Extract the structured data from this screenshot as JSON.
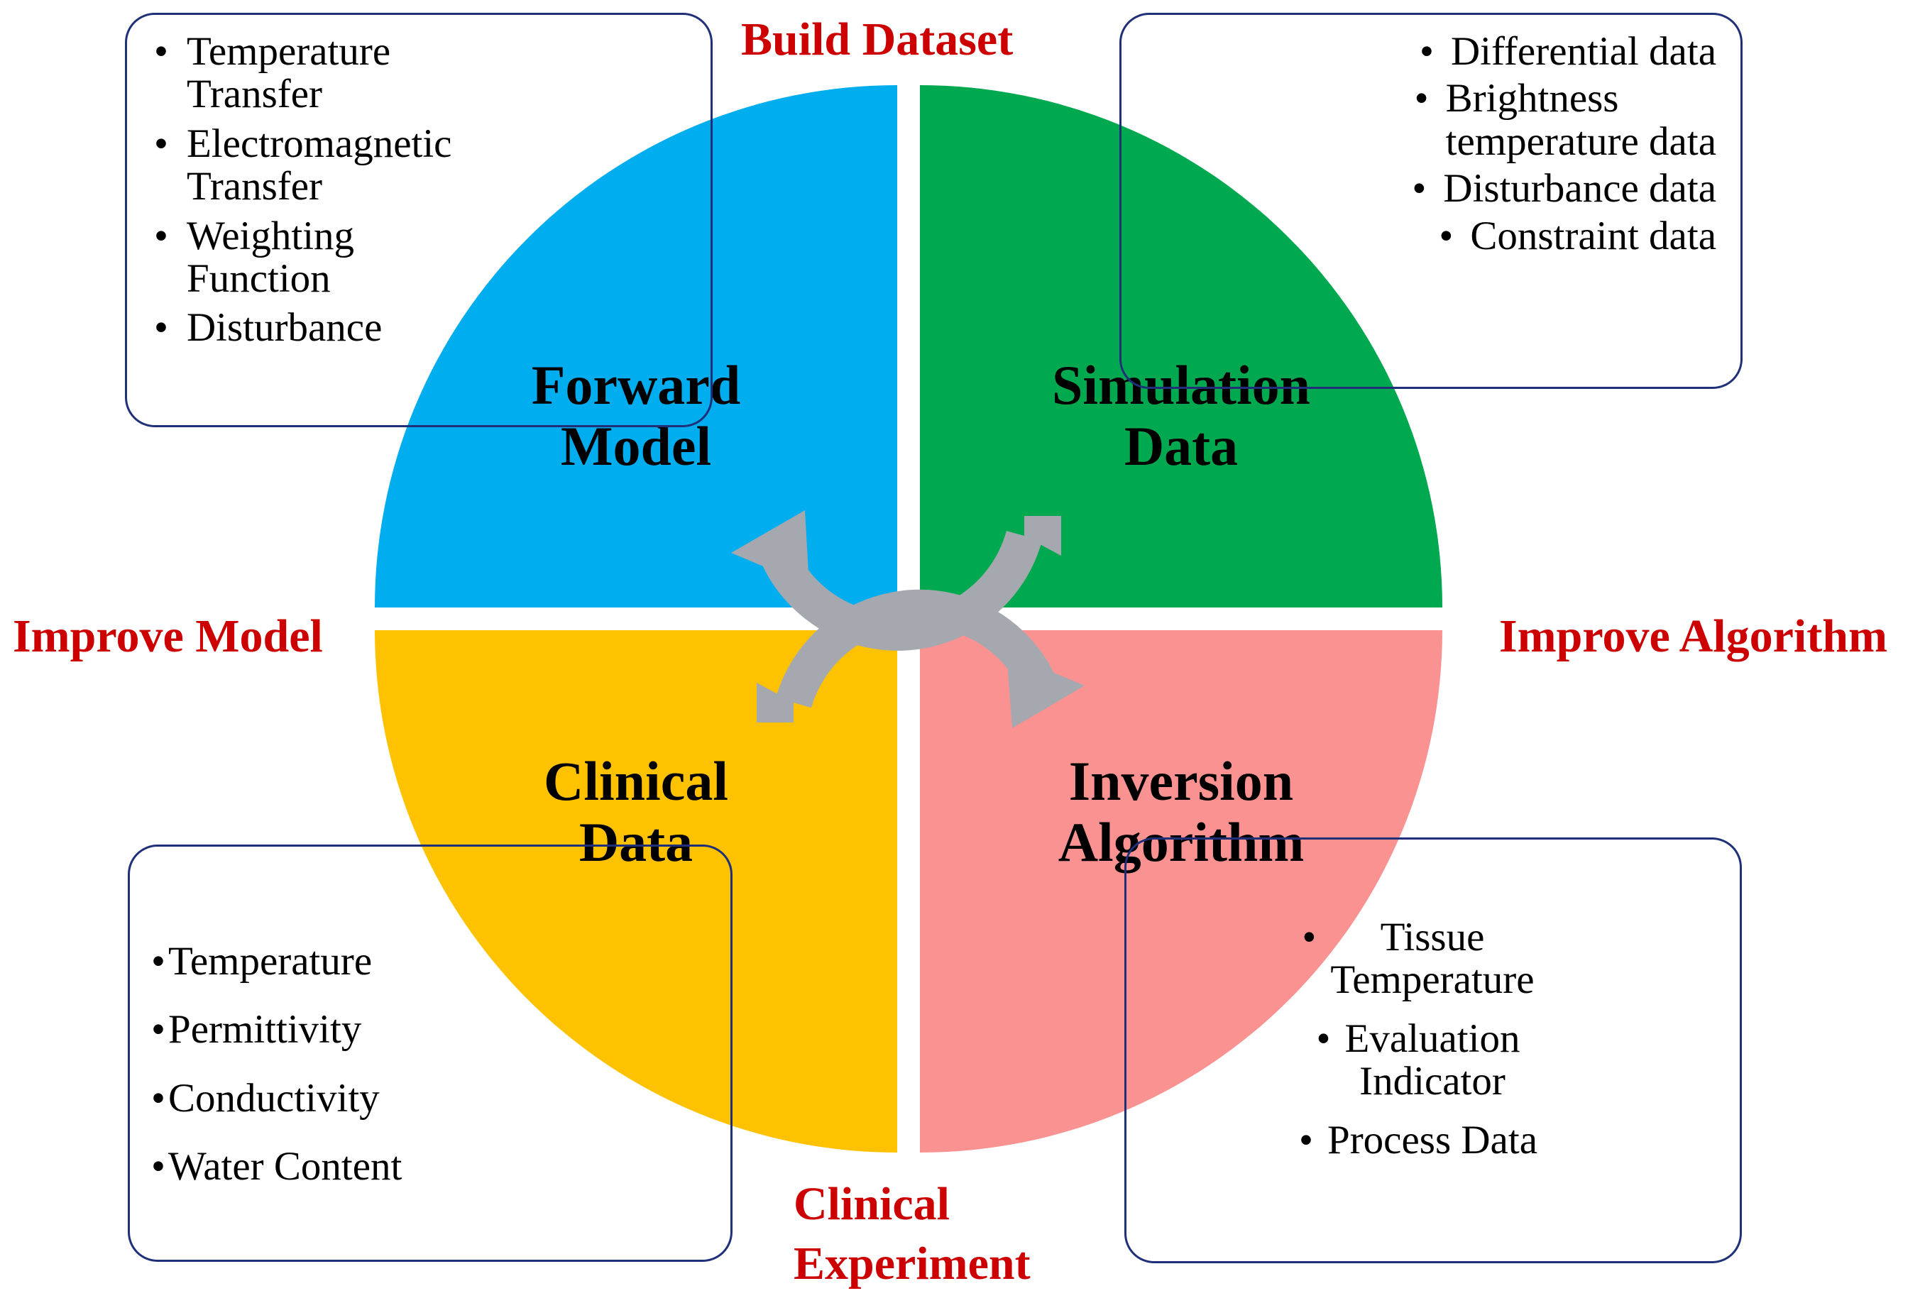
{
  "colors": {
    "forward_model": "#00ADEE",
    "simulation_data": "#00A94F",
    "clinical_data": "#FFC200",
    "inversion_algorithm": "#FB9292",
    "phase_label": "#CC0000",
    "box_border": "#1F3078",
    "arrow": "#A6A8B0"
  },
  "wheel": {
    "quadrants": [
      {
        "id": "forward-model",
        "label": "Forward\nModel",
        "color": "#00ADEE",
        "position": "top-left"
      },
      {
        "id": "simulation-data",
        "label": "Simulation\nData",
        "color": "#00A94F",
        "position": "top-right"
      },
      {
        "id": "clinical-data",
        "label": "Clinical\nData",
        "color": "#FFC200",
        "position": "bottom-left"
      },
      {
        "id": "inversion-algorithm",
        "label": "Inversion\nAlgorithm",
        "color": "#FB9292",
        "position": "bottom-right"
      }
    ],
    "arrows": [
      {
        "id": "top-arrow",
        "direction": "clockwise",
        "from": "forward-model",
        "to": "simulation-data"
      },
      {
        "id": "bottom-arrow",
        "direction": "counterclockwise",
        "from": "inversion-algorithm",
        "to": "clinical-data"
      }
    ]
  },
  "phase_labels": {
    "build_dataset": "Build Dataset",
    "improve_model": "Improve Model",
    "improve_algorithm": "Improve Algorithm",
    "clinical_experiment": "Clinical\nExperiment"
  },
  "boxes": {
    "forward_model_inputs": {
      "position": "top-left",
      "items": [
        "Temperature\nTransfer",
        "Electromagnetic\nTransfer",
        "Weighting\nFunction",
        "Disturbance"
      ]
    },
    "simulation_data_outputs": {
      "position": "top-right",
      "items": [
        "Differential data",
        "Brightness\ntemperature data",
        "Disturbance data",
        "Constraint data"
      ]
    },
    "clinical_data_outputs": {
      "position": "bottom-left",
      "items": [
        "Temperature",
        "Permittivity",
        "Conductivity",
        "Water Content"
      ]
    },
    "inversion_algorithm_outputs": {
      "position": "bottom-right",
      "items": [
        "Tissue\nTemperature",
        "Evaluation\nIndicator",
        "Process Data"
      ]
    }
  },
  "bullet_glyph": "•"
}
